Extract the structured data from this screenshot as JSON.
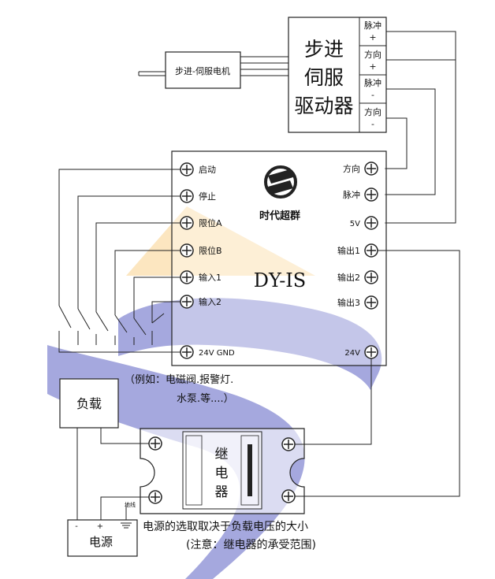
{
  "motor": {
    "label": "步进-伺服电机"
  },
  "driver": {
    "title_lines": [
      "步进",
      "伺服",
      "驱动器"
    ],
    "terminals": [
      {
        "top": "脉冲",
        "bottom": "+"
      },
      {
        "top": "方向",
        "bottom": "+"
      },
      {
        "top": "脉冲",
        "bottom": "-"
      },
      {
        "top": "方向",
        "bottom": "-"
      }
    ]
  },
  "controller": {
    "brand": "时代超群",
    "model": "DY-IS",
    "left_terminals": [
      "启动",
      "停止",
      "限位A",
      "限位B",
      "输入1",
      "输入2",
      "24V GND"
    ],
    "right_terminals": [
      "方向",
      "脉冲",
      "5V",
      "输出1",
      "输出2",
      "输出3",
      "24V"
    ]
  },
  "load": {
    "label": "负载",
    "note_lines": [
      "（例如：电磁阀.报警灯.",
      "水泵.等....）"
    ]
  },
  "relay": {
    "label_chars": [
      "继",
      "电",
      "器"
    ]
  },
  "power": {
    "label": "电源",
    "minus": "-",
    "plus": "+",
    "ground": "地线",
    "note_lines": [
      "电源的选取取决于负载电压的大小",
      "(注意：继电器的承受范围)"
    ]
  },
  "colors": {
    "watermark_blue": "#6f73c6",
    "watermark_orange": "#f7b955",
    "line": "#222222"
  }
}
